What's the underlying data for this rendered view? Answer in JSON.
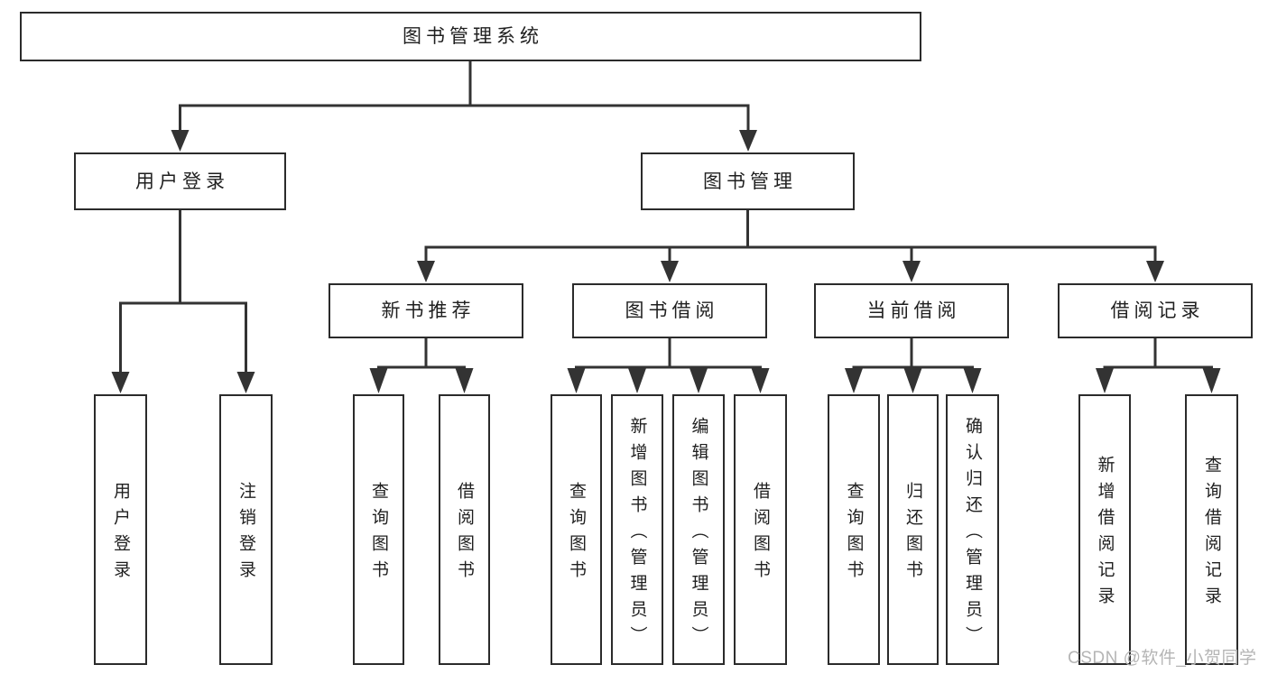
{
  "diagram": {
    "root": {
      "label": "图书管理系统"
    },
    "login": {
      "label": "用户登录",
      "children": [
        {
          "label": "用户登录"
        },
        {
          "label": "注销登录"
        }
      ]
    },
    "mgmt": {
      "label": "图书管理",
      "groups": [
        {
          "label": "新书推荐",
          "children": [
            {
              "label": "查询图书"
            },
            {
              "label": "借阅图书"
            }
          ]
        },
        {
          "label": "图书借阅",
          "children": [
            {
              "label": "查询图书"
            },
            {
              "label": "新增图书（管理员）"
            },
            {
              "label": "编辑图书（管理员）"
            },
            {
              "label": "借阅图书"
            }
          ]
        },
        {
          "label": "当前借阅",
          "children": [
            {
              "label": "查询图书"
            },
            {
              "label": "归还图书"
            },
            {
              "label": "确认归还（管理员）"
            }
          ]
        },
        {
          "label": "借阅记录",
          "children": [
            {
              "label": "新增借阅记录"
            },
            {
              "label": "查询借阅记录"
            }
          ]
        }
      ]
    }
  },
  "watermark": {
    "text": "CSDN @软件_小贺同学"
  },
  "colors": {
    "line": "#333333",
    "border": "#2b2b2b",
    "text": "#1f1f1f",
    "watermark": "#b5b5b5",
    "bg": "#ffffff"
  }
}
